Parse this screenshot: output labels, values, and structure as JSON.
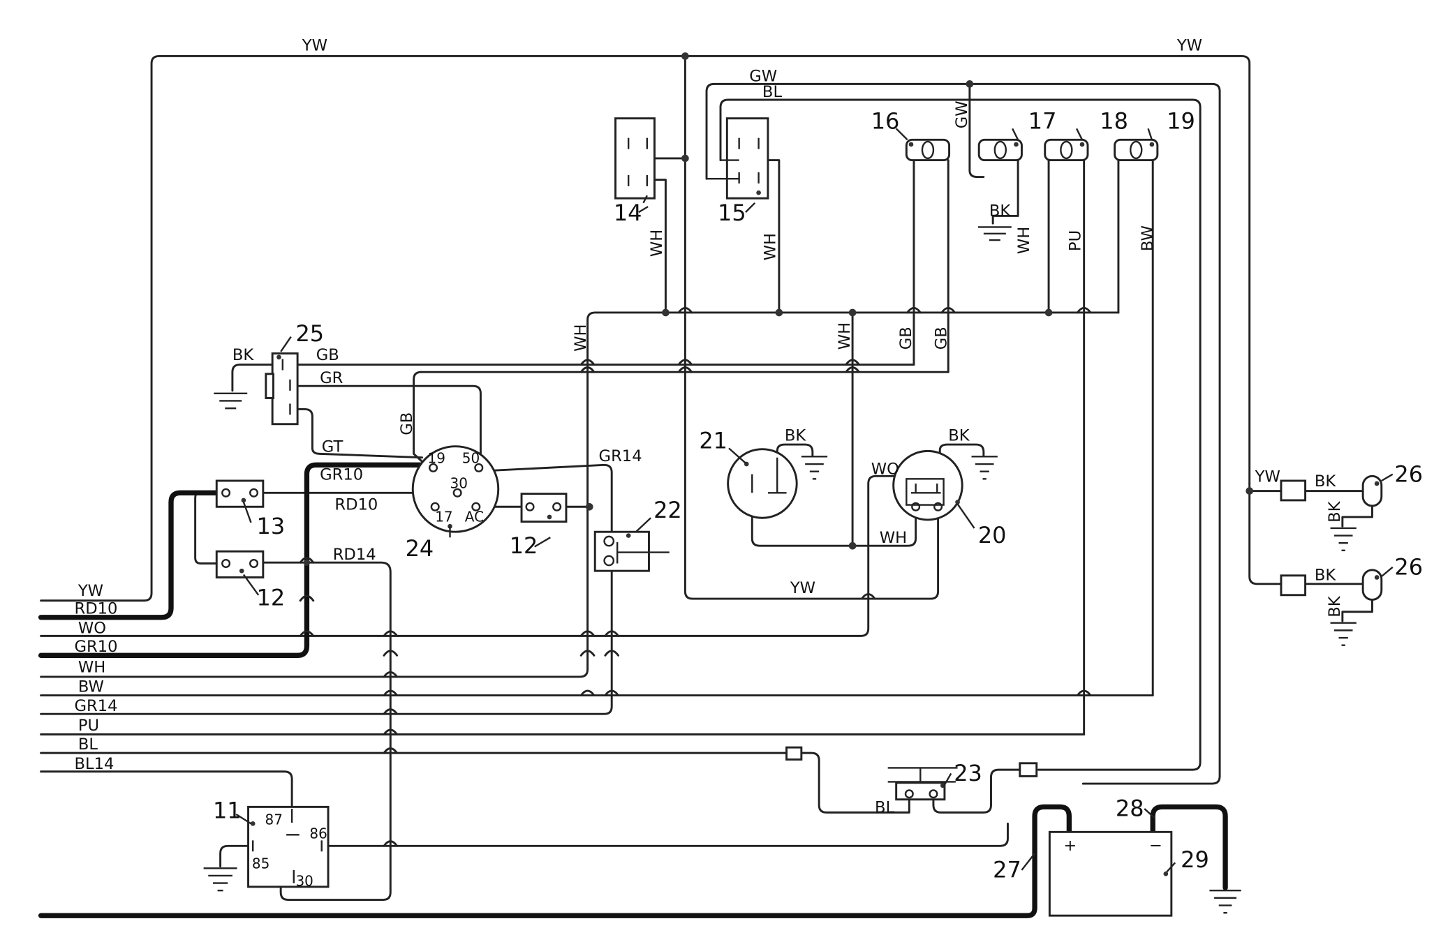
{
  "diagram": {
    "bus_labels": [
      "YW",
      "RD10",
      "WO",
      "GR10",
      "WH",
      "BW",
      "GR14",
      "PU",
      "BL",
      "BL14"
    ],
    "wire_labels": {
      "yw_top_left": "YW",
      "yw_top_right": "YW",
      "gw": "GW",
      "bl_top": "BL",
      "gw_vertical": "GW",
      "wh_14": "WH",
      "wh_15": "WH",
      "wh_17": "WH",
      "pu_18": "PU",
      "bw_19": "BW",
      "bk_17": "BK",
      "wh_mid_left": "WH",
      "wh_mid_right": "WH",
      "gb_a": "GB",
      "gb_b": "GB",
      "bk_25": "BK",
      "gb_25": "GB",
      "gr_25": "GR",
      "gt_25": "GT",
      "gb_vertical": "GB",
      "gr10": "GR10",
      "rd10": "RD10",
      "rd14": "RD14",
      "gr14": "GR14",
      "bk_21": "BK",
      "bk_20": "BK",
      "wo_20": "WO",
      "wh_20": "WH",
      "yw_bottom": "YW",
      "yw_26": "YW",
      "bk_26a": "BK",
      "bk_26a_gnd": "BK",
      "bk_26b": "BK",
      "bk_26b_gnd": "BK",
      "bl_23": "BL"
    },
    "components": {
      "c11": "11",
      "c12a": "12",
      "c12b": "12",
      "c13": "13",
      "c14": "14",
      "c15": "15",
      "c16": "16",
      "c17": "17",
      "c18": "18",
      "c19": "19",
      "c20": "20",
      "c21": "21",
      "c22": "22",
      "c23": "23",
      "c24": "24",
      "c25": "25",
      "c26a": "26",
      "c26b": "26",
      "c27": "27",
      "c28": "28",
      "c29": "29"
    },
    "relay_pins": {
      "p87": "87",
      "p86": "86",
      "p85": "85",
      "p30": "30"
    },
    "switch_pins": {
      "p19": "19",
      "p50": "50",
      "p30": "30",
      "p17": "17",
      "pac": "AC"
    },
    "battery": {
      "plus": "+",
      "minus": "−"
    }
  }
}
